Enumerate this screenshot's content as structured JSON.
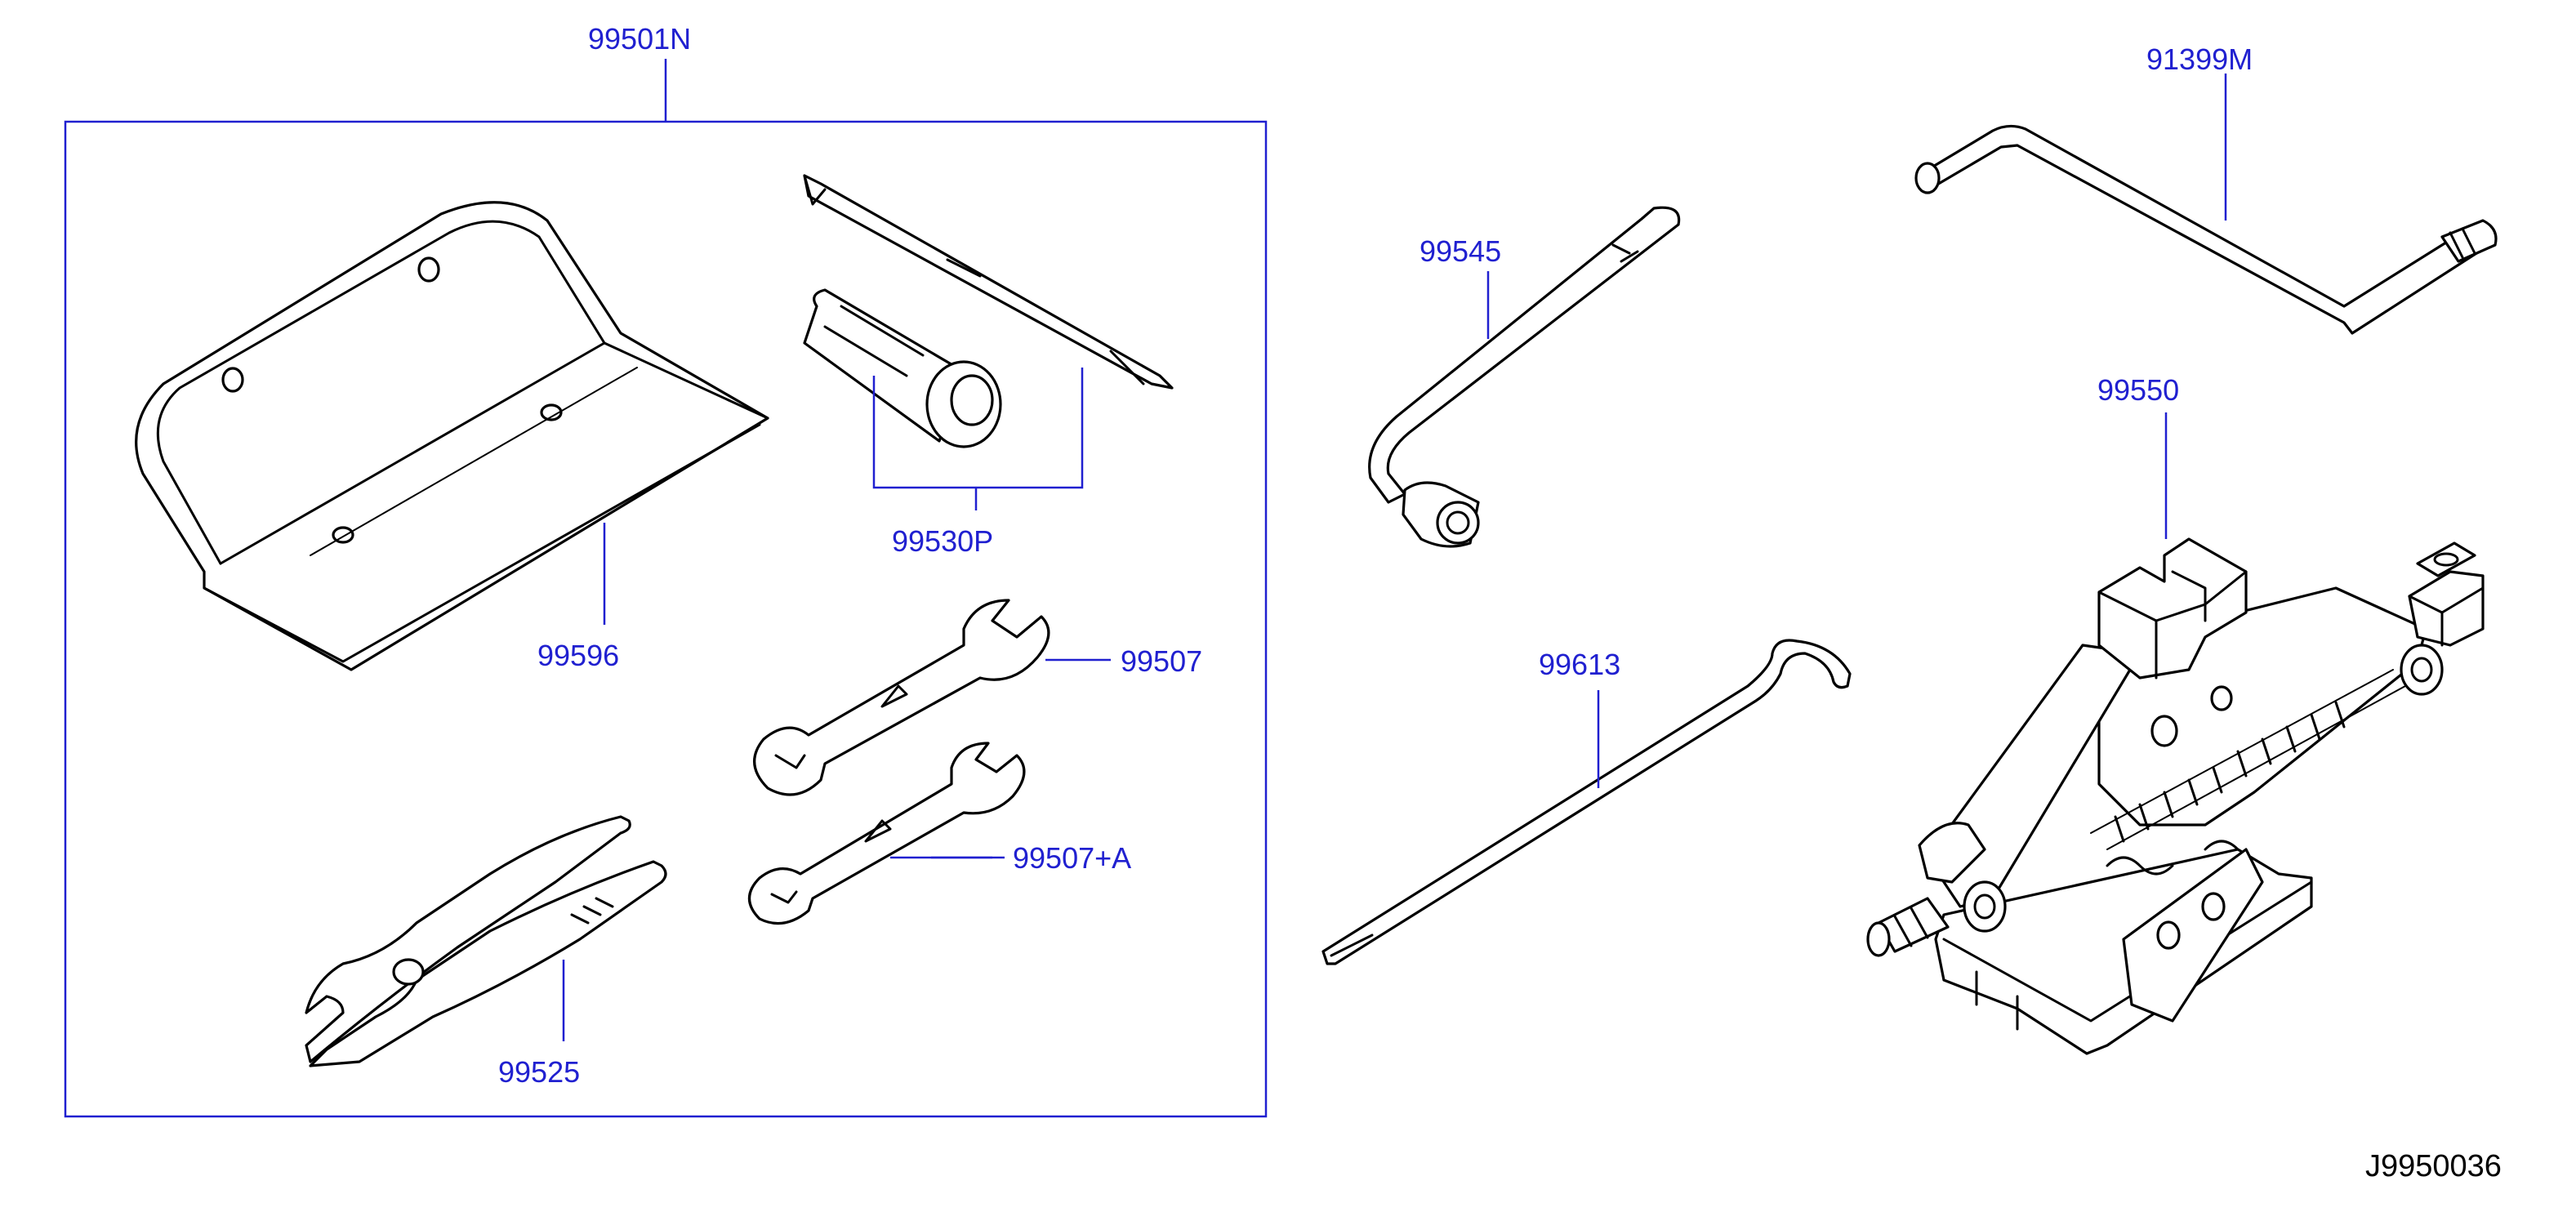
{
  "diagram": {
    "code": "J9950036",
    "group": {
      "part_no": "99501N"
    },
    "parts": [
      {
        "id": "tool-bag",
        "part_no": "99596",
        "icon": "tool-bag-icon"
      },
      {
        "id": "screwdriver-set",
        "part_no": "99530P",
        "icon": "screwdriver-icon"
      },
      {
        "id": "spanner",
        "part_no": "99507",
        "icon": "spanner-icon"
      },
      {
        "id": "spanner-a",
        "part_no": "99507+A",
        "icon": "spanner-icon"
      },
      {
        "id": "pliers",
        "part_no": "99525",
        "icon": "pliers-icon"
      },
      {
        "id": "wheel-nut-wrench",
        "part_no": "99545",
        "icon": "wheel-wrench-icon"
      },
      {
        "id": "jack-handle",
        "part_no": "91399M",
        "icon": "crank-handle-icon"
      },
      {
        "id": "hook-rod",
        "part_no": "99613",
        "icon": "hook-rod-icon"
      },
      {
        "id": "jack",
        "part_no": "99550",
        "icon": "scissor-jack-icon"
      }
    ]
  }
}
